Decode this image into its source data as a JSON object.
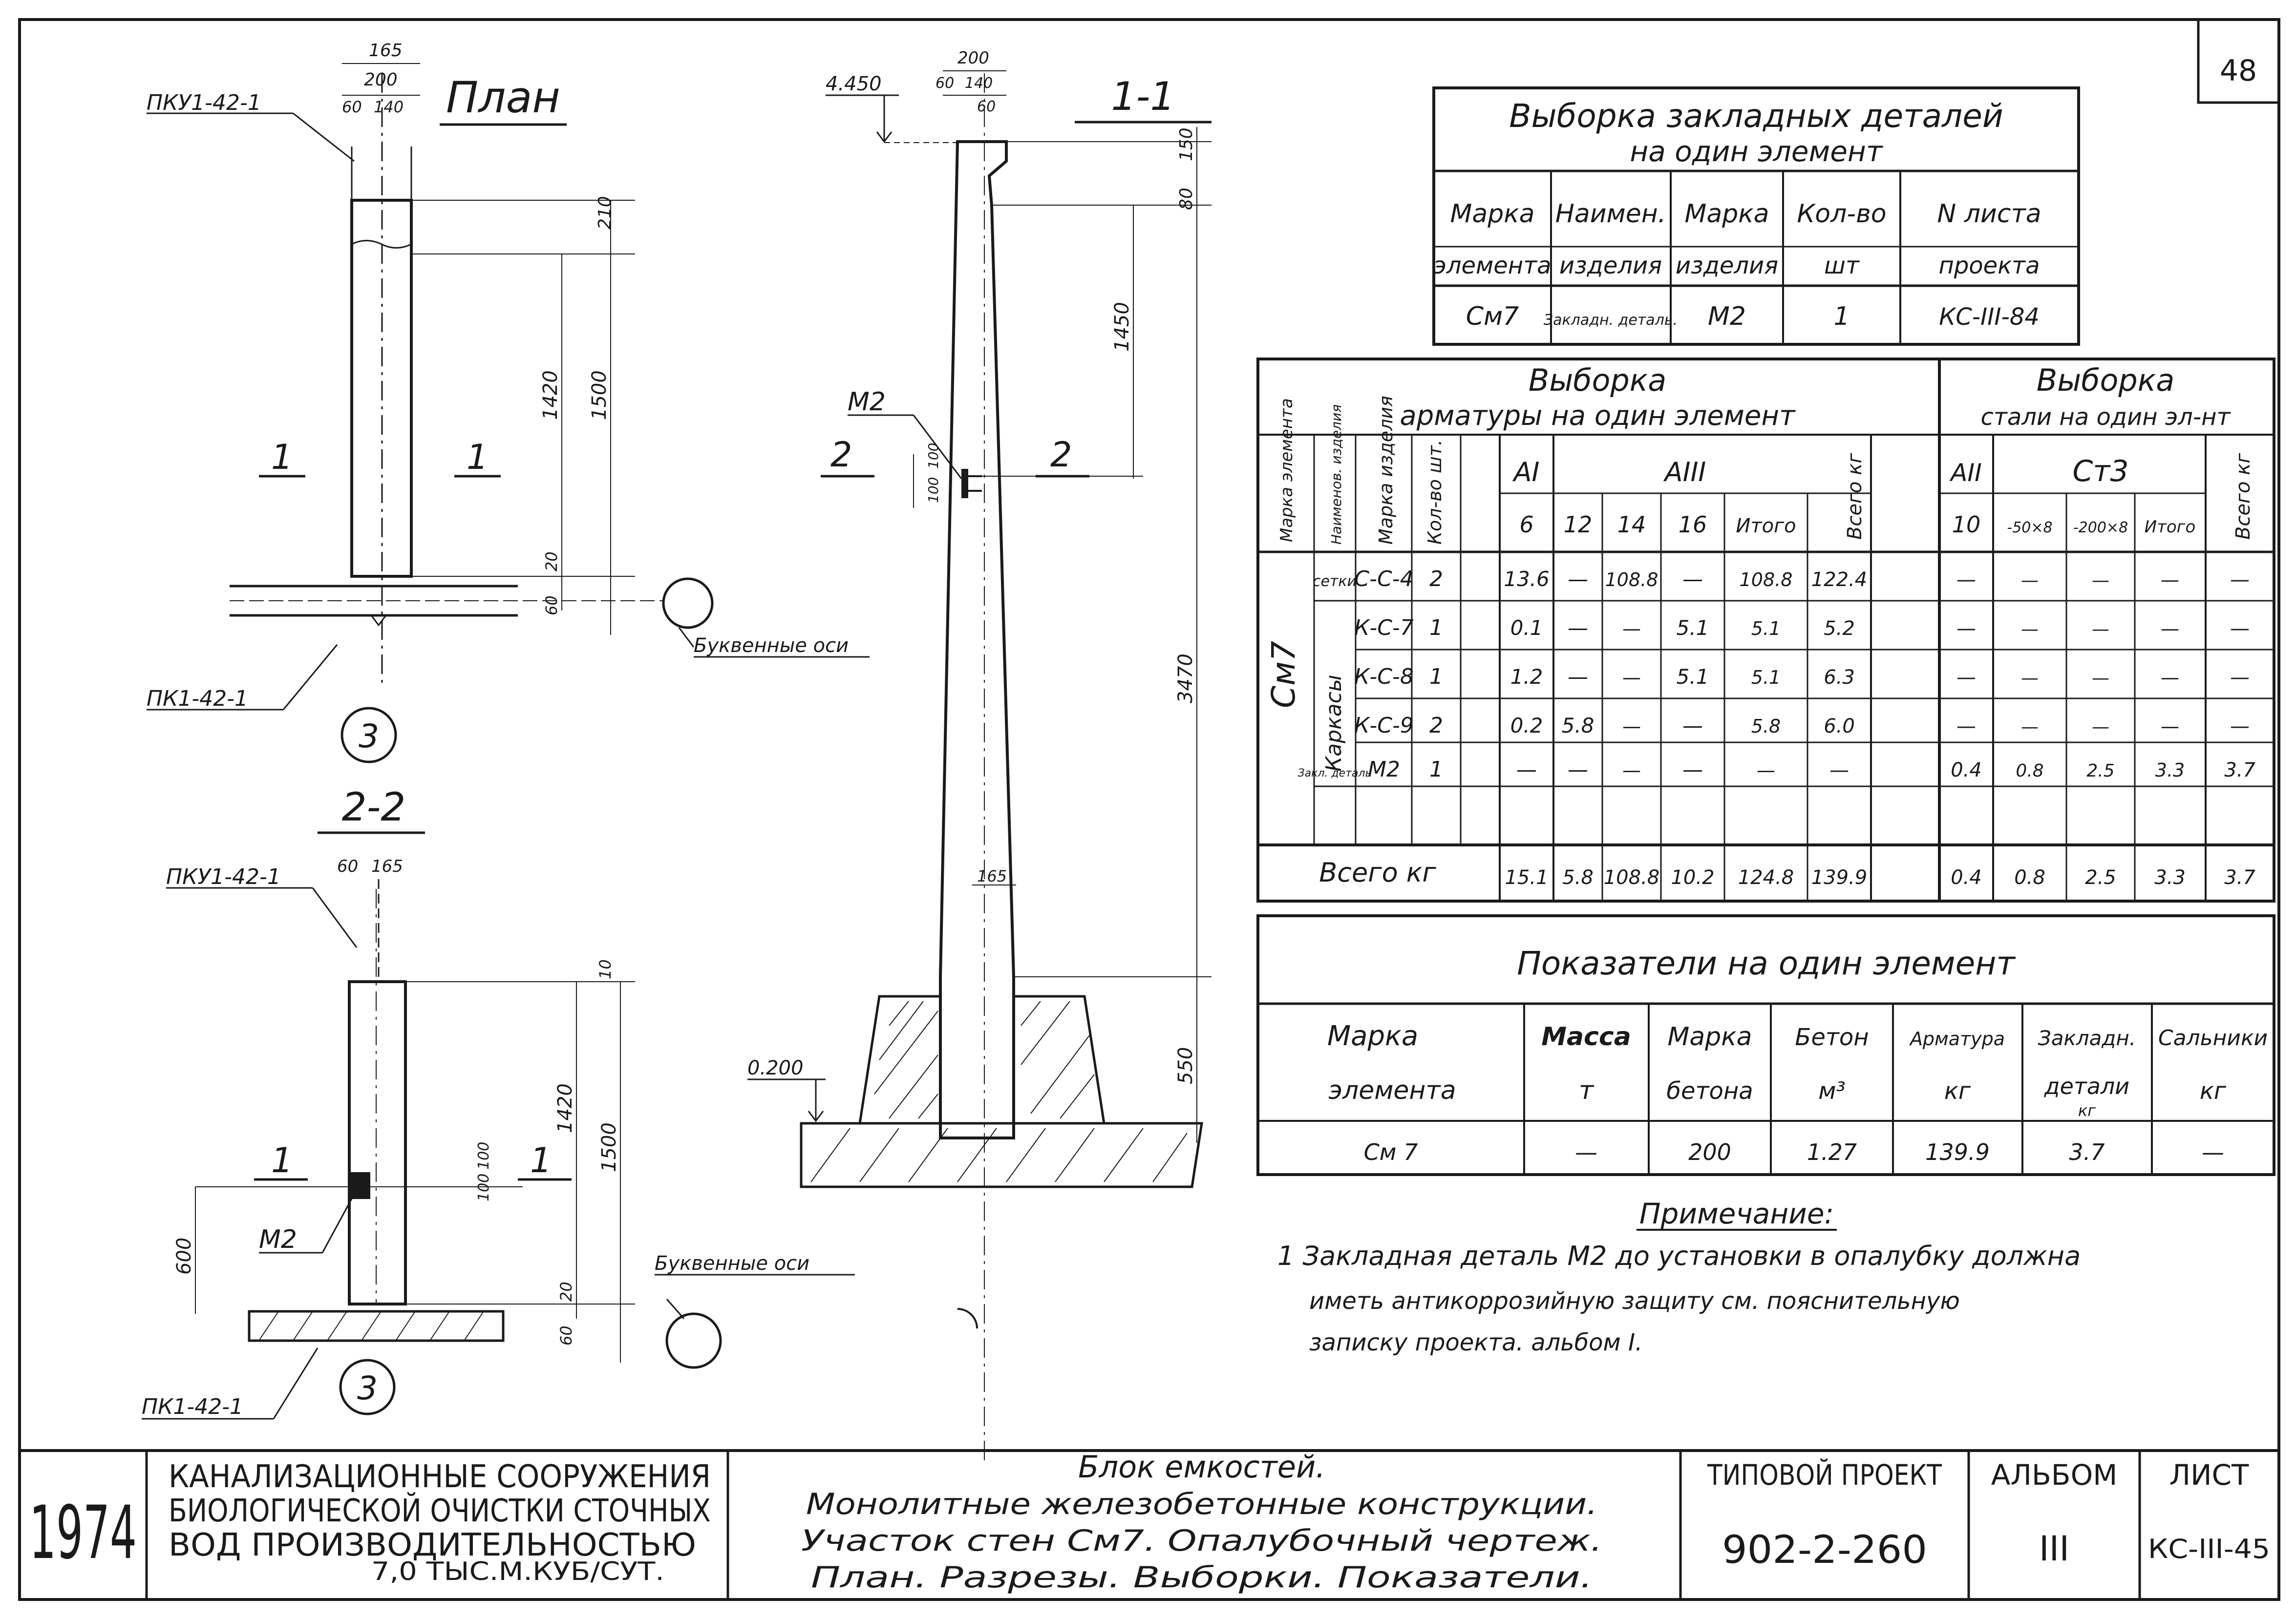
{
  "sheet_number": "48",
  "plan": {
    "title": "План",
    "label_top": "ПКУ1-42-1",
    "label_bottom": "ПК1-42-1",
    "axes_note": "Буквенные оси",
    "cut_mark": "1",
    "axis": "3",
    "dims": {
      "top1": "165",
      "top2": "200",
      "top3": "60",
      "top4": "140",
      "d210": "210",
      "d1420": "1420",
      "d1500": "1500",
      "d20": "20",
      "d60": "60"
    }
  },
  "section22": {
    "title": "2-2",
    "label_top": "ПКУ1-42-1",
    "label_bottom": "ПК1-42-1",
    "axes_note": "Буквенные оси",
    "embed": "М2",
    "cut_mark": "1",
    "axis": "3",
    "dims": {
      "top1": "60",
      "top2": "165",
      "d10": "10",
      "d1420": "1420",
      "d1500": "1500",
      "d100a": "100",
      "d100b": "100",
      "d600": "600",
      "d20": "20",
      "d60": "60"
    }
  },
  "section11": {
    "title": "1-1",
    "level_top": "4.450",
    "level_bottom": "0.200",
    "embed": "М2",
    "cut_mark": "2",
    "dims": {
      "top1": "200",
      "top2": "60",
      "top3": "140",
      "top4": "60",
      "d80": "80",
      "d150": "150",
      "d1450": "1450",
      "d100a": "100",
      "d100b": "100",
      "d3470": "3470",
      "d165": "165",
      "d550": "550"
    }
  },
  "embedded_table": {
    "title1": "Выборка закладных деталей",
    "title2": "на один элемент",
    "headers": [
      [
        "Марка",
        "элемента"
      ],
      [
        "Наимен.",
        "изделия"
      ],
      [
        "Марка",
        "изделия"
      ],
      [
        "Кол-во",
        "шт"
      ],
      [
        "N листа",
        "проекта"
      ]
    ],
    "row": [
      "См7",
      "Закладн. деталь.",
      "М2",
      "1",
      "КС-III-84"
    ]
  },
  "rebar_table": {
    "title_left1": "Выборка",
    "title_left2": "арматуры на один элемент",
    "title_right1": "Выборка",
    "title_right2": "стали на один эл-нт",
    "h_marka_el": "Марка элемента",
    "h_naim": "Наименов. изделия",
    "h_marka_izd": "Марка изделия",
    "h_kol": "Кол-во шт.",
    "h_AI": "АI",
    "h_AIII": "АIII",
    "h_vsego": "Всего кг",
    "h_AII": "АII",
    "h_St3": "Ст3",
    "h_vsego2": "Всего кг",
    "sub": [
      "6",
      "12",
      "14",
      "16",
      "Итого",
      "10",
      "-50×8",
      "-200×8",
      "Итого"
    ],
    "element": "См7",
    "group_karkasy": "Каркасы",
    "rows": [
      [
        "сетки",
        "С-С-4",
        "2",
        "13.6",
        "—",
        "108.8",
        "—",
        "108.8",
        "122.4",
        "—",
        "—",
        "—",
        "—",
        "—"
      ],
      [
        "",
        "К-С-7",
        "1",
        "0.1",
        "—",
        "—",
        "5.1",
        "5.1",
        "5.2",
        "—",
        "—",
        "—",
        "—",
        "—"
      ],
      [
        "",
        "К-С-8",
        "1",
        "1.2",
        "—",
        "—",
        "5.1",
        "5.1",
        "6.3",
        "—",
        "—",
        "—",
        "—",
        "—"
      ],
      [
        "",
        "К-С-9",
        "2",
        "0.2",
        "5.8",
        "—",
        "—",
        "5.8",
        "6.0",
        "—",
        "—",
        "—",
        "—",
        "—"
      ],
      [
        "Закл. деталь",
        "М2",
        "1",
        "—",
        "—",
        "—",
        "—",
        "—",
        "—",
        "0.4",
        "0.8",
        "2.5",
        "3.3",
        "3.7"
      ]
    ],
    "total_label": "Всего кг",
    "total": [
      "15.1",
      "5.8",
      "108.8",
      "10.2",
      "124.8",
      "139.9",
      "0.4",
      "0.8",
      "2.5",
      "3.3",
      "3.7"
    ]
  },
  "indicators": {
    "title": "Показатели на один элемент",
    "headers": [
      [
        "Марка",
        "элемента"
      ],
      [
        "Масса",
        "т"
      ],
      [
        "Марка",
        "бетона"
      ],
      [
        "Бетон",
        "м³"
      ],
      [
        "Арматура",
        "кг"
      ],
      [
        "Закладн.",
        "детали",
        "кг"
      ],
      [
        "Сальники",
        "кг"
      ]
    ],
    "row": [
      "См 7",
      "—",
      "200",
      "1.27",
      "139.9",
      "3.7",
      "—"
    ]
  },
  "note": {
    "title": "Примечание:",
    "line1": "1  Закладная деталь М2 до установки в опалубку должна",
    "line2": "иметь антикоррозийную защиту см. пояснительную",
    "line3": "записку проекта. альбом I."
  },
  "stamp": {
    "year": "1974",
    "org_line1": "КАНАЛИЗАЦИОННЫЕ СООРУЖЕНИЯ",
    "org_line2": "БИОЛОГИЧЕСКОЙ ОЧИСТКИ СТОЧНЫХ",
    "org_line3": "ВОД  ПРОИЗВОДИТЕЛЬНОСТЬЮ",
    "org_line4": "7,0 ТЫС.М.КУБ/СУТ.",
    "title_line1": "Блок емкостей.",
    "title_line2": "Монолитные железобетонные конструкции.",
    "title_line3": "Участок стен См7. Опалубочный чертеж.",
    "title_line4": "План. Разрезы. Выборки. Показатели.",
    "project_label": "ТИПОВОЙ ПРОЕКТ",
    "project_number": "902-2-260",
    "album_label": "АЛЬБОМ",
    "album_number": "III",
    "sheet_label": "ЛИСТ",
    "sheet_code": "КС-III-45"
  }
}
